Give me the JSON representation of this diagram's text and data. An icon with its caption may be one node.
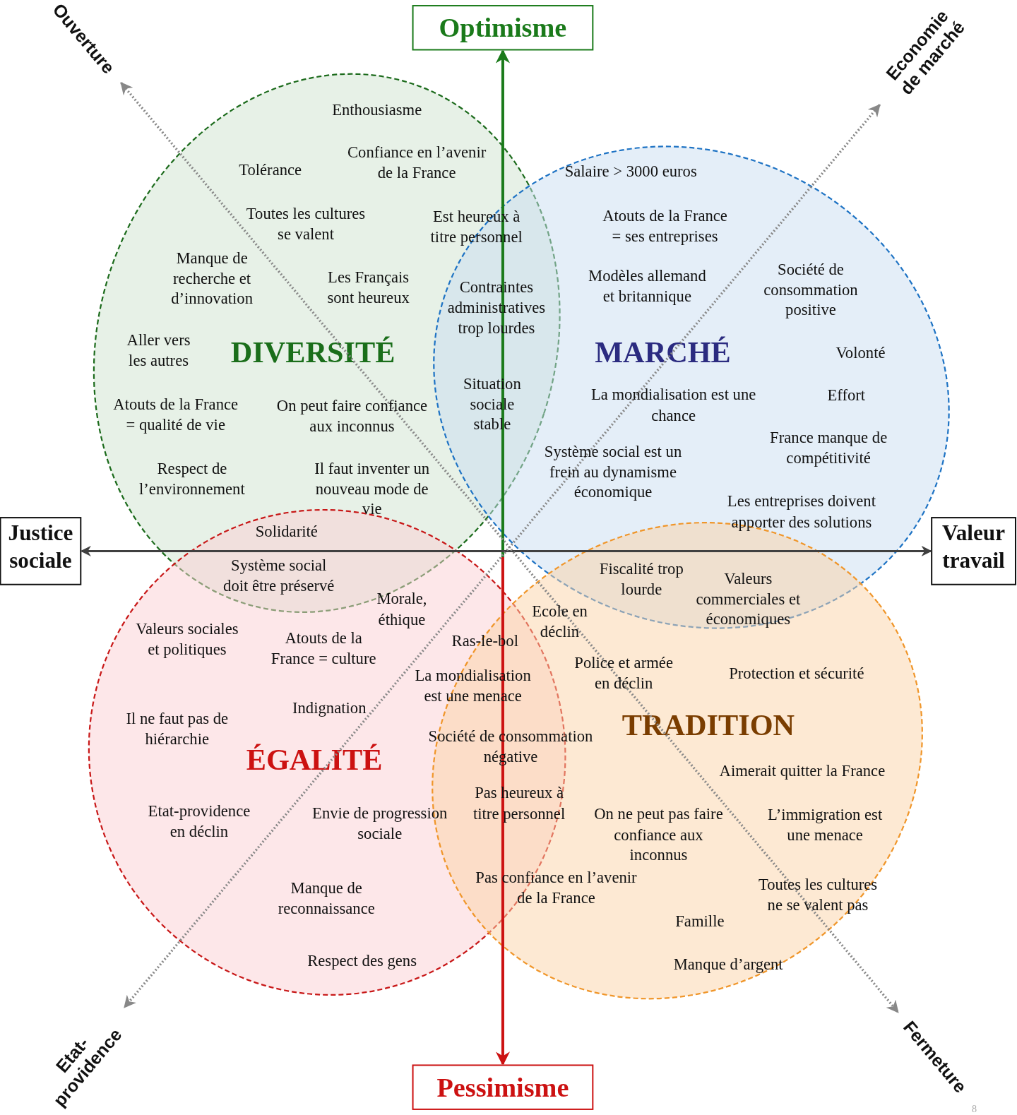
{
  "diagram": {
    "nodes": [
      {
        "text": [
          "Ouverture"
        ]
      },
      {
        "text": [
          "Optimisme"
        ]
      },
      {
        "text": [
          "Economie de marché"
        ]
      },
      {
        "text": [
          "DIVERSITÉ"
        ]
      },
      {
        "text": [
          "MARCHÉ"
        ]
      },
      {
        "text": [
          "Justice sociale"
        ]
      },
      {
        "text": [
          "Valeur travail"
        ]
      },
      {
        "text": [
          "ÉGALITÉ"
        ]
      },
      {
        "text": [
          "TRADITION"
        ]
      },
      {
        "text": [
          "Etat-providence"
        ]
      },
      {
        "text": [
          "Pessimisme"
        ]
      },
      {
        "text": [
          "Fermeture"
        ]
      }
    ],
    "edges": [
      {
        "from": 1,
        "to": 10,
        "arrow": "both",
        "style": "thick"
      },
      {
        "from": 5,
        "to": 6,
        "arrow": "both",
        "color": "#404040"
      },
      {
        "from": 0,
        "to": 11,
        "arrow": "both",
        "style": "dashed",
        "color": "#888888"
      },
      {
        "from": 2,
        "to": 9,
        "arrow": "both",
        "style": "dashed",
        "color": "#888888"
      }
    ],
    "labels": [
      "Enthousiasme",
      "Tolérance",
      "Confiance en l’avenir de la France",
      "Salaire > 3000 euros",
      "Toutes les cultures se valent",
      "Est heureux à titre personnel",
      "Atouts de la France = ses entreprises",
      "Manque de recherche et d’innovation",
      "Les Français sont heureux",
      "Contraintes administratives trop lourdes",
      "Modèles allemand et britannique",
      "Société de consommation positive",
      "Aller vers les autres",
      "Volonté",
      "Situation sociale stable",
      "La mondialisation est une chance",
      "Effort",
      "Atouts de la France = qualité de vie",
      "On peut faire confiance aux inconnus",
      "France manque de compétitivité",
      "Respect de l’environnement",
      "Il faut inventer un nouveau mode de vie",
      "Système social est un frein au dynamisme économique",
      "Les entreprises doivent apporter des solutions",
      "Solidarité",
      "Système social doit être préservé",
      "Fiscalité trop lourde",
      "Valeurs commerciales et économiques",
      "Morale, éthique",
      "Ecole en déclin",
      "Valeurs sociales et politiques",
      "Atouts de la France = culture",
      "Ras-le-bol",
      "Police et armée en déclin",
      "Protection et sécurité",
      "La mondialisation est une menace",
      "Indignation",
      "Il ne faut pas de hiérarchie",
      "Société de consommation négative",
      "Aimerait quitter la France",
      "Pas heureux à titre personnel",
      "Etat-providence en déclin",
      "Envie de progression sociale",
      "On ne peut pas faire confiance aux inconnus",
      "L’immigration est une menace",
      "Manque de reconnaissance",
      "Pas confiance en l’avenir de la France",
      "Toutes les cultures ne se valent pas",
      "Famille",
      "Respect des gens",
      "Manque d’argent",
      "8"
    ]
  }
}
